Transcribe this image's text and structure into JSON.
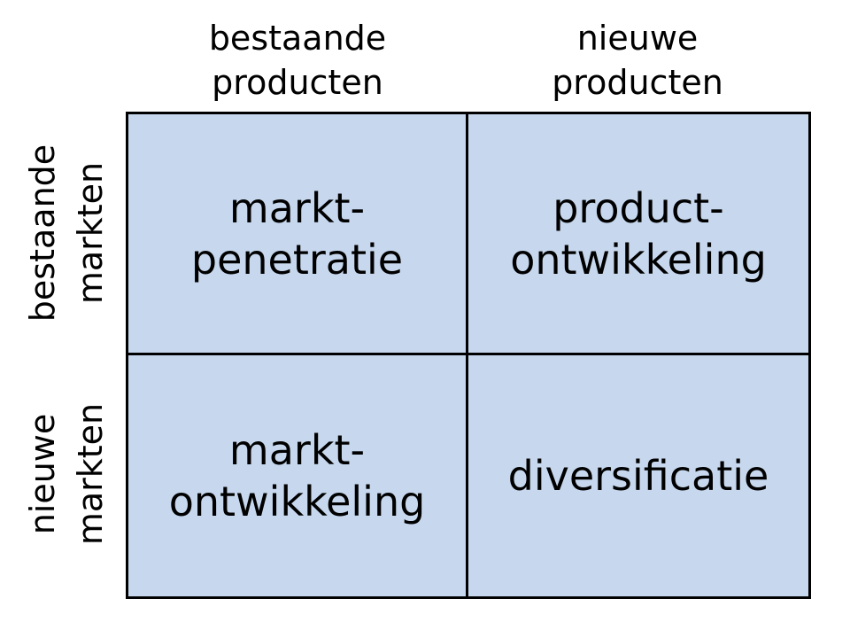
{
  "colors": {
    "cell_fill": "#c7d8ee",
    "border": "#000000",
    "text": "#000000"
  },
  "columns": [
    {
      "label": "bestaande\nproducten"
    },
    {
      "label": "nieuwe\nproducten"
    }
  ],
  "rows": [
    {
      "label": "bestaande\nmarkten"
    },
    {
      "label": "nieuwe\nmarkten"
    }
  ],
  "cells": [
    {
      "label": "markt-\npenetratie"
    },
    {
      "label": "product-\nontwikkeling"
    },
    {
      "label": "markt-\nontwikkeling"
    },
    {
      "label": "diversificatie"
    }
  ]
}
